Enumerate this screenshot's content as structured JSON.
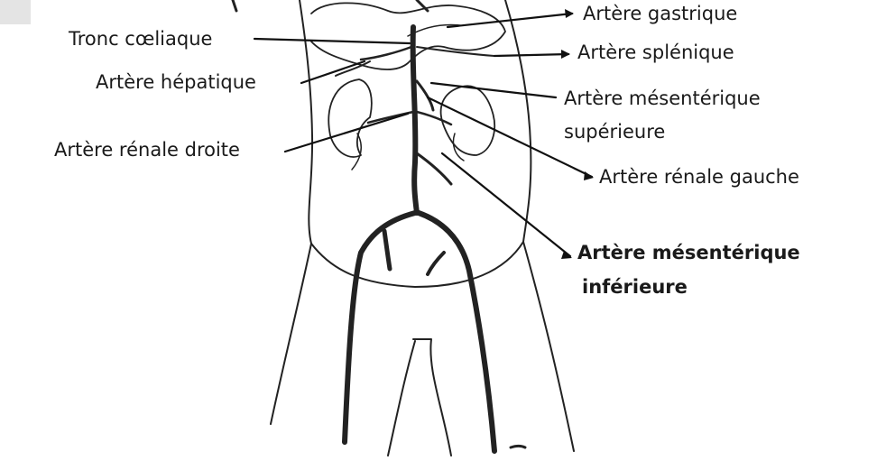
{
  "labels": {
    "gastrique": "Artère gastrique",
    "tronc": "Tronc cœliaque",
    "splenique": "Artère splénique",
    "hepatique": "Artère hépatique",
    "mes_sup_1": "Artère mésentérique",
    "mes_sup_2": "supérieure",
    "renale_droite": "Artère rénale droite",
    "renale_gauche": "Artère rénale gauche",
    "mes_inf_1": "Artère mésentérique",
    "mes_inf_2": "inférieure"
  }
}
